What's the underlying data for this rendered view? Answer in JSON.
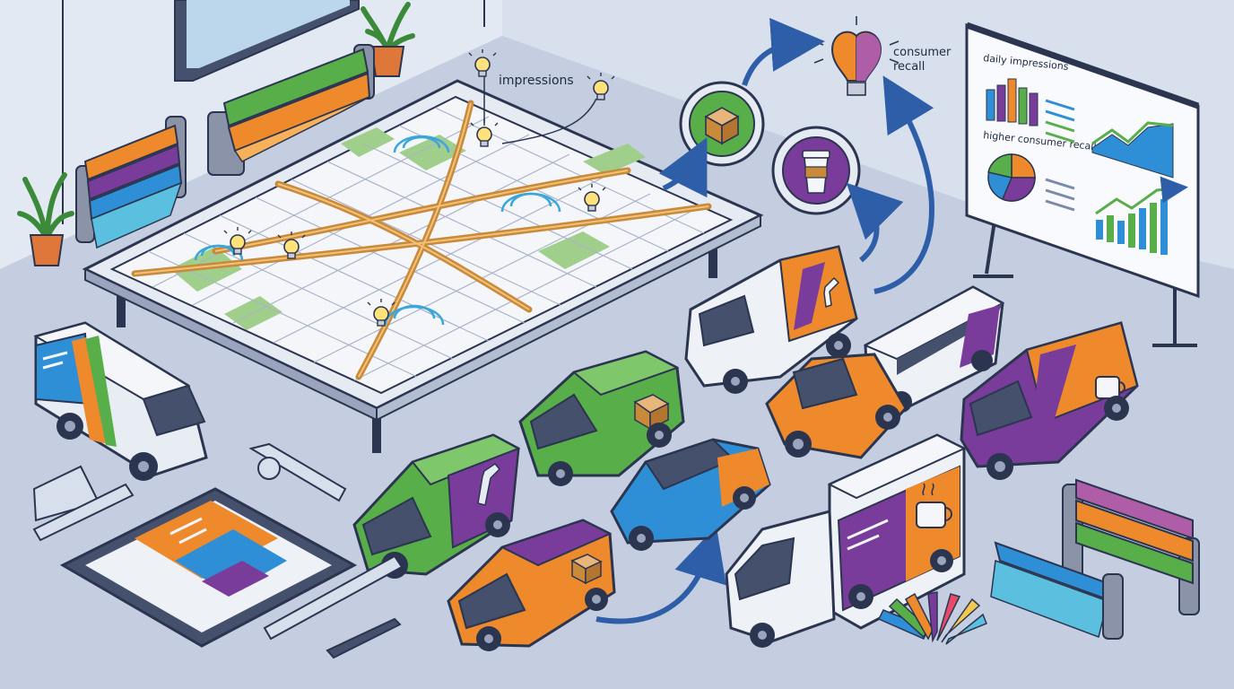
{
  "labels": {
    "impressions": "impressions",
    "consumer_recall_line1": "consumer",
    "consumer_recall_line2": "recall"
  },
  "board": {
    "title": "daily impressions",
    "subtitle": "higher consumer recall rates"
  },
  "icons": {
    "insight": "lightbulb-icon",
    "brain": "brain-lightbulb-icon",
    "package": "package-icon",
    "coffee": "coffee-cup-icon",
    "wrench": "wrench-icon"
  },
  "colors": {
    "background": "#c9d3e4",
    "outline": "#2b3550",
    "brand_blue": "#2f8fd6",
    "brand_orange": "#ee8a2c",
    "brand_green": "#58ae48",
    "brand_purple": "#7a3c9a",
    "route": "#c98a3a",
    "map_green": "#9fcf8a",
    "signal": "#3aa7d8",
    "arrow": "#2f5ea8"
  }
}
